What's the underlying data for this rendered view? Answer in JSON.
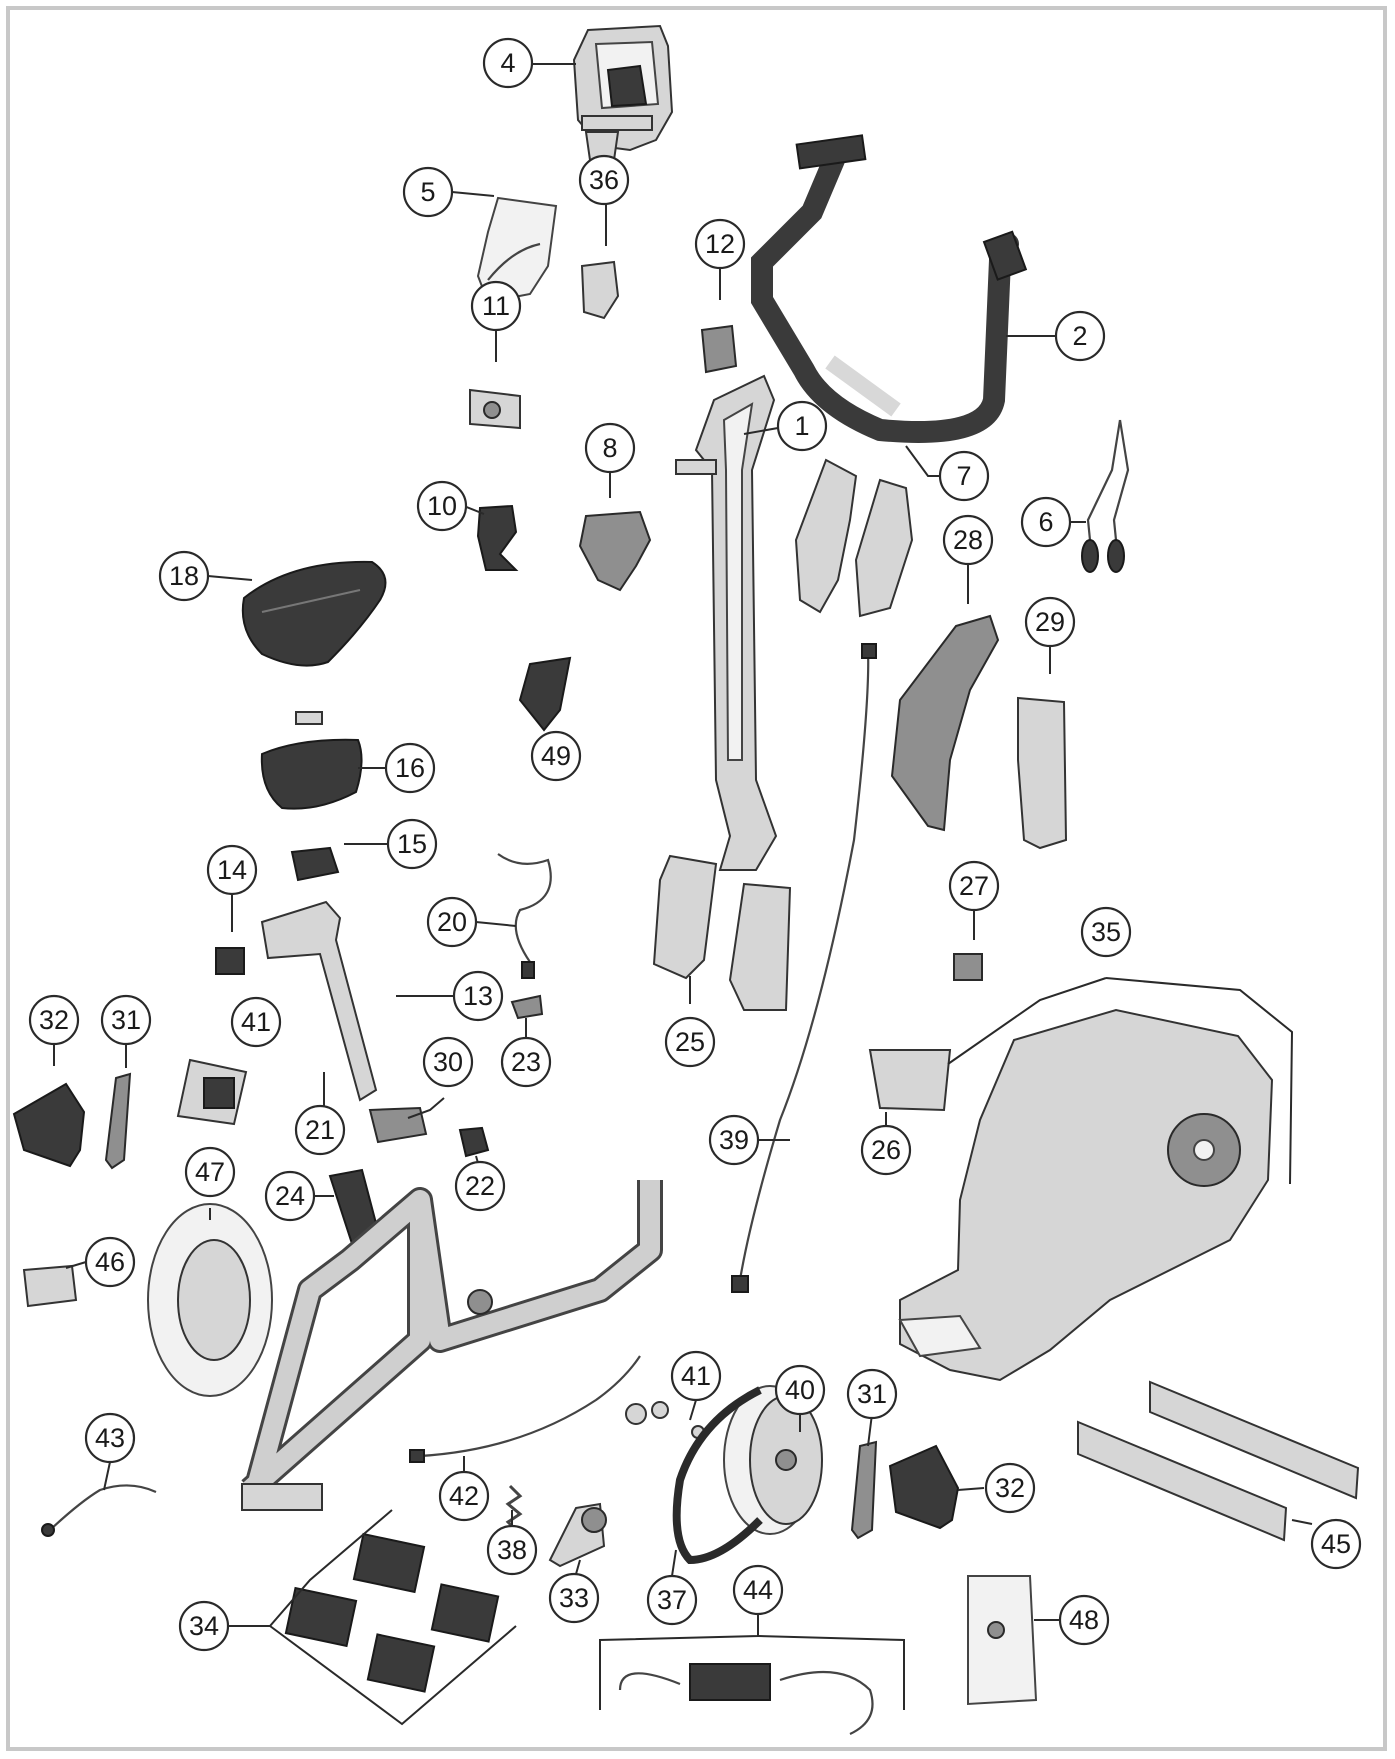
{
  "diagram": {
    "callouts": [
      {
        "id": "c4",
        "label": "4"
      },
      {
        "id": "c36",
        "label": "36"
      },
      {
        "id": "c5",
        "label": "5"
      },
      {
        "id": "c11",
        "label": "11"
      },
      {
        "id": "c12",
        "label": "12"
      },
      {
        "id": "c2",
        "label": "2"
      },
      {
        "id": "c1",
        "label": "1"
      },
      {
        "id": "c8",
        "label": "8"
      },
      {
        "id": "c7",
        "label": "7"
      },
      {
        "id": "c6",
        "label": "6"
      },
      {
        "id": "c10",
        "label": "10"
      },
      {
        "id": "c18",
        "label": "18"
      },
      {
        "id": "c28",
        "label": "28"
      },
      {
        "id": "c29",
        "label": "29"
      },
      {
        "id": "c49",
        "label": "49"
      },
      {
        "id": "c16",
        "label": "16"
      },
      {
        "id": "c15",
        "label": "15"
      },
      {
        "id": "c14",
        "label": "14"
      },
      {
        "id": "c20",
        "label": "20"
      },
      {
        "id": "c27",
        "label": "27"
      },
      {
        "id": "c35",
        "label": "35"
      },
      {
        "id": "c13",
        "label": "13"
      },
      {
        "id": "c32a",
        "label": "32"
      },
      {
        "id": "c31a",
        "label": "31"
      },
      {
        "id": "c41a",
        "label": "41"
      },
      {
        "id": "c23",
        "label": "23"
      },
      {
        "id": "c25",
        "label": "25"
      },
      {
        "id": "c30",
        "label": "30"
      },
      {
        "id": "c21",
        "label": "21"
      },
      {
        "id": "c47",
        "label": "47"
      },
      {
        "id": "c39",
        "label": "39"
      },
      {
        "id": "c26",
        "label": "26"
      },
      {
        "id": "c22",
        "label": "22"
      },
      {
        "id": "c24",
        "label": "24"
      },
      {
        "id": "c46",
        "label": "46"
      },
      {
        "id": "c41b",
        "label": "41"
      },
      {
        "id": "c40",
        "label": "40"
      },
      {
        "id": "c31b",
        "label": "31"
      },
      {
        "id": "c43",
        "label": "43"
      },
      {
        "id": "c42",
        "label": "42"
      },
      {
        "id": "c32b",
        "label": "32"
      },
      {
        "id": "c45",
        "label": "45"
      },
      {
        "id": "c38",
        "label": "38"
      },
      {
        "id": "c33",
        "label": "33"
      },
      {
        "id": "c37",
        "label": "37"
      },
      {
        "id": "c44",
        "label": "44"
      },
      {
        "id": "c34",
        "label": "34"
      },
      {
        "id": "c48",
        "label": "48"
      }
    ]
  }
}
